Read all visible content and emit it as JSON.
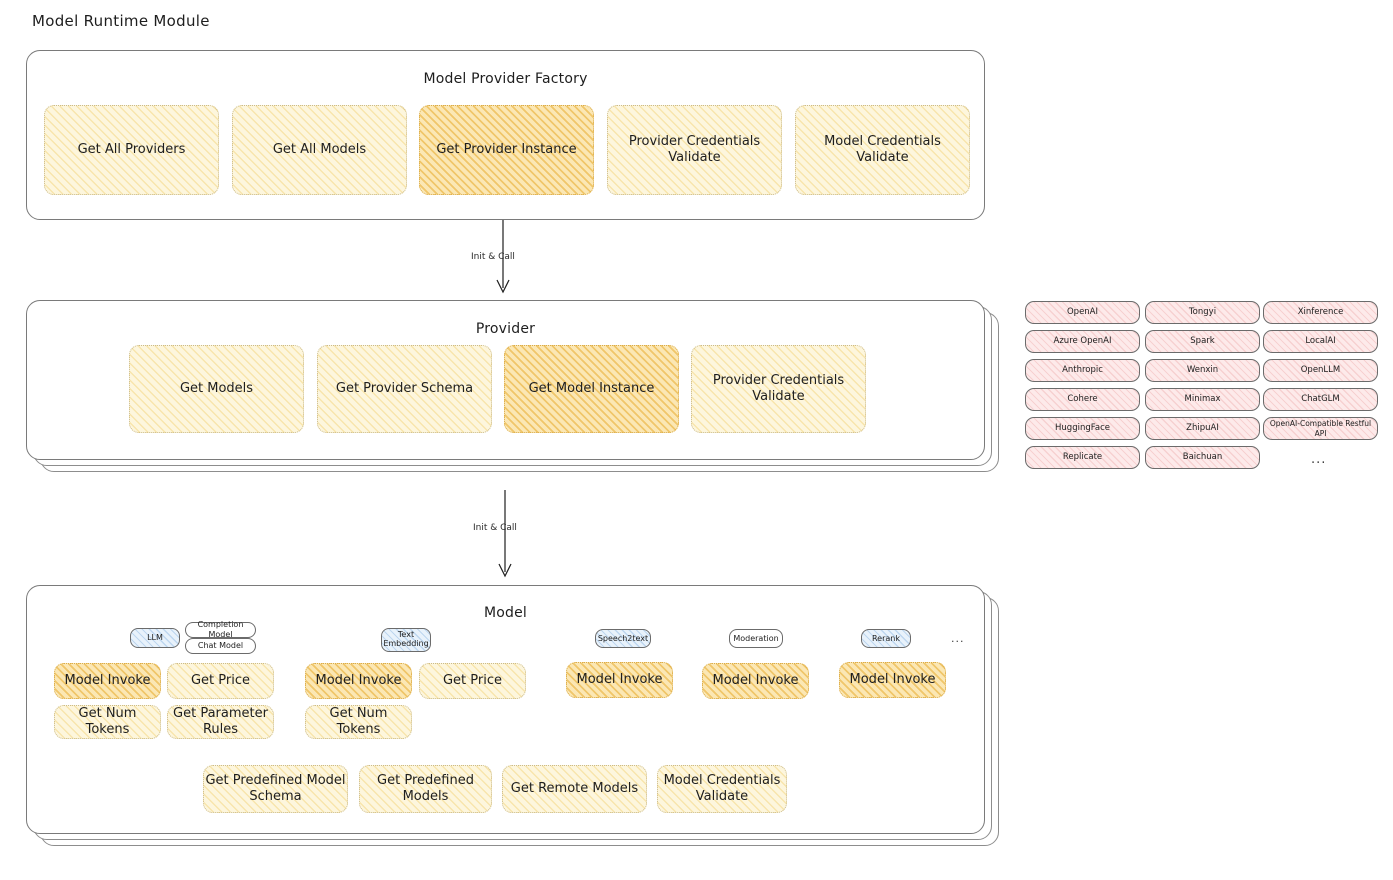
{
  "title": "Model Runtime Module",
  "factory": {
    "title": "Model Provider Factory",
    "cells": [
      {
        "label": "Get All Providers",
        "highlight": false
      },
      {
        "label": "Get All Models",
        "highlight": false
      },
      {
        "label": "Get Provider Instance",
        "highlight": true
      },
      {
        "label": "Provider Credentials Validate",
        "highlight": false
      },
      {
        "label": "Model Credentials Validate",
        "highlight": false
      }
    ]
  },
  "arrows": [
    {
      "label": "Init & Call"
    },
    {
      "label": "Init & Call"
    }
  ],
  "provider": {
    "title": "Provider",
    "cells": [
      {
        "label": "Get Models",
        "highlight": false
      },
      {
        "label": "Get Provider Schema",
        "highlight": false
      },
      {
        "label": "Get Model Instance",
        "highlight": true
      },
      {
        "label": "Provider Credentials Validate",
        "highlight": false
      }
    ]
  },
  "provider_list": {
    "columns": [
      [
        "OpenAI",
        "Azure OpenAI",
        "Anthropic",
        "Cohere",
        "HuggingFace",
        "Replicate"
      ],
      [
        "Tongyi",
        "Spark",
        "Wenxin",
        "Minimax",
        "ZhipuAI",
        "Baichuan"
      ],
      [
        "Xinference",
        "LocalAI",
        "OpenLLM",
        "ChatGLM",
        "OpenAI-Compatible Restful API"
      ]
    ],
    "more": "..."
  },
  "model": {
    "title": "Model",
    "more": "...",
    "groups": [
      {
        "tag": "LLM",
        "tag_style": "blue",
        "subtags": [
          "Completion Model",
          "Chat Model"
        ],
        "cells": [
          {
            "label": "Model Invoke",
            "highlight": true
          },
          {
            "label": "Get Price",
            "highlight": false
          },
          {
            "label": "Get Num Tokens",
            "highlight": false
          },
          {
            "label": "Get Parameter Rules",
            "highlight": false
          }
        ]
      },
      {
        "tag": "Text Embedding",
        "tag_style": "blue",
        "subtags": [],
        "cells": [
          {
            "label": "Model Invoke",
            "highlight": true
          },
          {
            "label": "Get Price",
            "highlight": false
          },
          {
            "label": "Get Num Tokens",
            "highlight": false
          }
        ]
      },
      {
        "tag": "Speech2text",
        "tag_style": "blue",
        "subtags": [],
        "cells": [
          {
            "label": "Model Invoke",
            "highlight": true
          }
        ]
      },
      {
        "tag": "Moderation",
        "tag_style": "white",
        "subtags": [],
        "cells": [
          {
            "label": "Model Invoke",
            "highlight": true
          }
        ]
      },
      {
        "tag": "Rerank",
        "tag_style": "blue",
        "subtags": [],
        "cells": [
          {
            "label": "Model Invoke",
            "highlight": true
          }
        ]
      }
    ],
    "common_cells": [
      {
        "label": "Get Predefined Model Schema"
      },
      {
        "label": "Get Predefined Models"
      },
      {
        "label": "Get Remote Models"
      },
      {
        "label": "Model Credentials Validate"
      }
    ]
  },
  "colors": {
    "cell_light": "#fdf6dd",
    "cell_strong": "#fbe7b4",
    "provider_pill": "#fdeaea",
    "tag_blue": "#e8f2fb",
    "stroke": "#1e1e1e"
  }
}
